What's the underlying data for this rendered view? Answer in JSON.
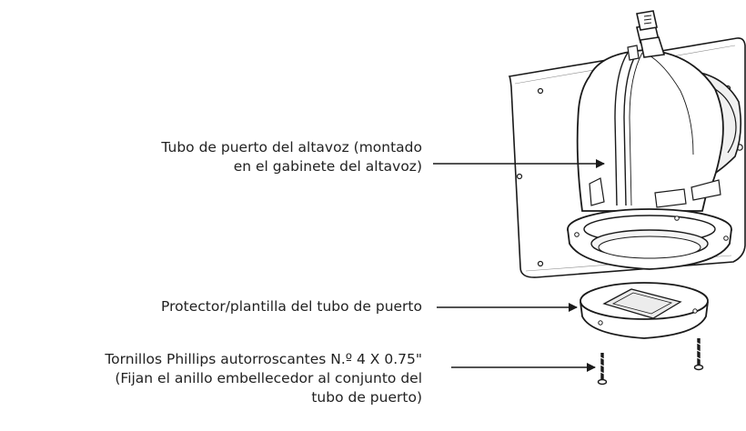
{
  "callouts": [
    {
      "lines": [
        "Tubo de puerto del altavoz (montado",
        "en el gabinete del altavoz)"
      ]
    },
    {
      "lines": [
        "Protector/plantilla del tubo de puerto"
      ]
    },
    {
      "lines": [
        "Tornillos Phillips autorroscantes N.º 4 X 0.75\"",
        "(Fijan el anillo embellecedor al conjunto del",
        "tubo de puerto)"
      ]
    }
  ],
  "colors": {
    "line": "#1a1a1a",
    "panel_fill": "#ffffff",
    "shade": "#e6e6e6",
    "text": "#222222"
  }
}
